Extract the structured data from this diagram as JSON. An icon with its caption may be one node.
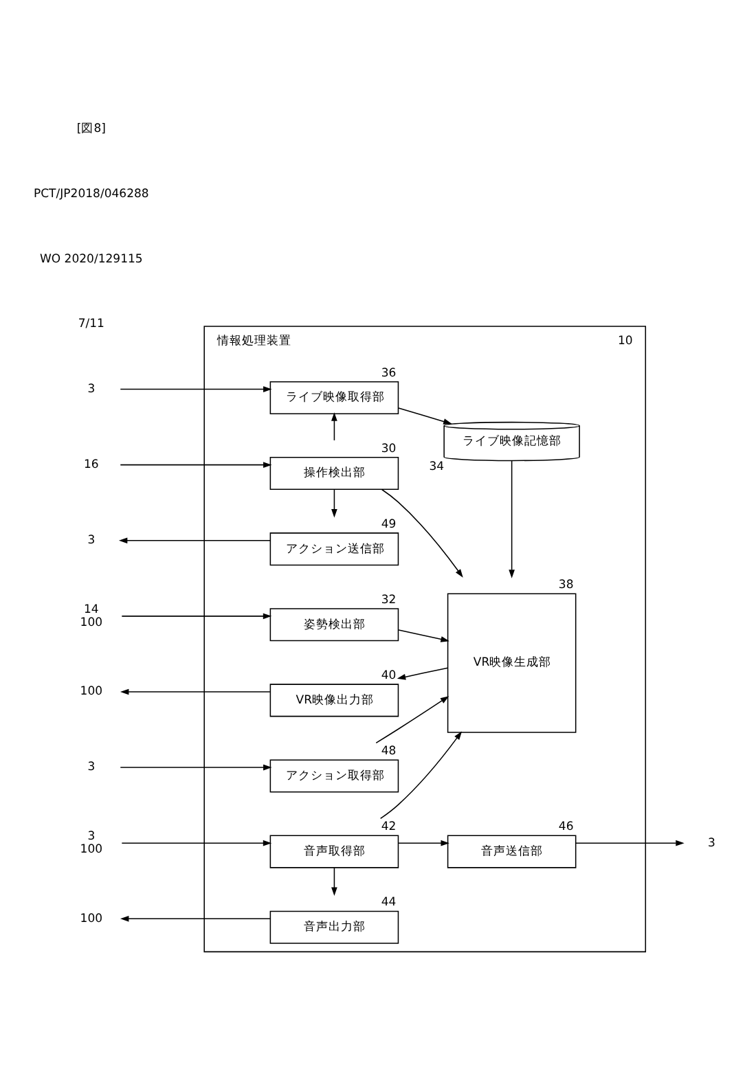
{
  "diagram": {
    "nodes": [
      {
        "text": [
          "情報処理装置"
        ],
        "beside": [
          "10"
        ]
      },
      {
        "text": [
          "ライブ映像取得部"
        ],
        "in": 0,
        "beside": [
          "36"
        ]
      },
      {
        "text": [
          "ライブ映像記憶部"
        ],
        "in": 0,
        "beside": [
          "34"
        ]
      },
      {
        "text": [
          "操作検出部"
        ],
        "in": 0,
        "beside": [
          "30"
        ]
      },
      {
        "text": [
          "VR映像生成部"
        ],
        "in": 0,
        "beside": [
          "38"
        ]
      },
      {
        "text": [
          "アクション送信部"
        ],
        "in": 0,
        "beside": [
          "49"
        ]
      },
      {
        "text": [
          "姿勢検出部"
        ],
        "in": 0,
        "beside": [
          "32"
        ]
      },
      {
        "text": [
          "VR映像出力部"
        ],
        "in": 0,
        "beside": [
          "40"
        ]
      },
      {
        "text": [
          "アクション取得部"
        ],
        "in": 0,
        "beside": [
          "48"
        ]
      },
      {
        "text": [
          "音声取得部"
        ],
        "in": 0,
        "beside": [
          "42"
        ]
      },
      {
        "text": [
          "音声出力部"
        ],
        "in": 0,
        "beside": [
          "44"
        ]
      },
      {
        "text": [
          "音声送信部"
        ],
        "in": 0,
        "beside": [
          "46"
        ]
      },
      {
        "text": [
          "3"
        ]
      },
      {
        "text": [
          "16"
        ]
      },
      {
        "text": [
          "3"
        ]
      },
      {
        "text": [
          "14",
          "100"
        ]
      },
      {
        "text": [
          "100"
        ]
      },
      {
        "text": [
          "3"
        ]
      },
      {
        "text": [
          "3",
          "100"
        ]
      },
      {
        "text": [
          "100"
        ]
      },
      {
        "text": [
          "3"
        ]
      }
    ],
    "edges": [
      {
        "from": 12,
        "to": 1,
        "arrow": "to"
      },
      {
        "from": 1,
        "to": 2,
        "arrow": "to"
      },
      {
        "from": 2,
        "to": 4,
        "arrow": "to"
      },
      {
        "from": 3,
        "to": 1,
        "arrow": "to"
      },
      {
        "from": 13,
        "to": 3,
        "arrow": "to"
      },
      {
        "from": 3,
        "to": 4,
        "arrow": "to"
      },
      {
        "from": 3,
        "to": 5,
        "arrow": "to"
      },
      {
        "from": 5,
        "to": 14,
        "arrow": "to"
      },
      {
        "from": 15,
        "to": 6,
        "arrow": "to"
      },
      {
        "from": 6,
        "to": 4,
        "arrow": "to"
      },
      {
        "from": 4,
        "to": 7,
        "arrow": "to"
      },
      {
        "from": 7,
        "to": 16,
        "arrow": "to"
      },
      {
        "from": 17,
        "to": 8,
        "arrow": "to"
      },
      {
        "from": 8,
        "to": 4,
        "arrow": "to"
      },
      {
        "from": 9,
        "to": 4,
        "arrow": "to"
      },
      {
        "from": 18,
        "to": 9,
        "arrow": "to"
      },
      {
        "from": 9,
        "to": 10,
        "arrow": "to"
      },
      {
        "from": 9,
        "to": 11,
        "arrow": "to"
      },
      {
        "from": 10,
        "to": 19,
        "arrow": "to"
      },
      {
        "from": 11,
        "to": 20,
        "arrow": "to"
      }
    ],
    "labels": [
      "7/11",
      "WO 2020/129115",
      "PCT/JP2018/046288",
      "[図8]"
    ]
  }
}
